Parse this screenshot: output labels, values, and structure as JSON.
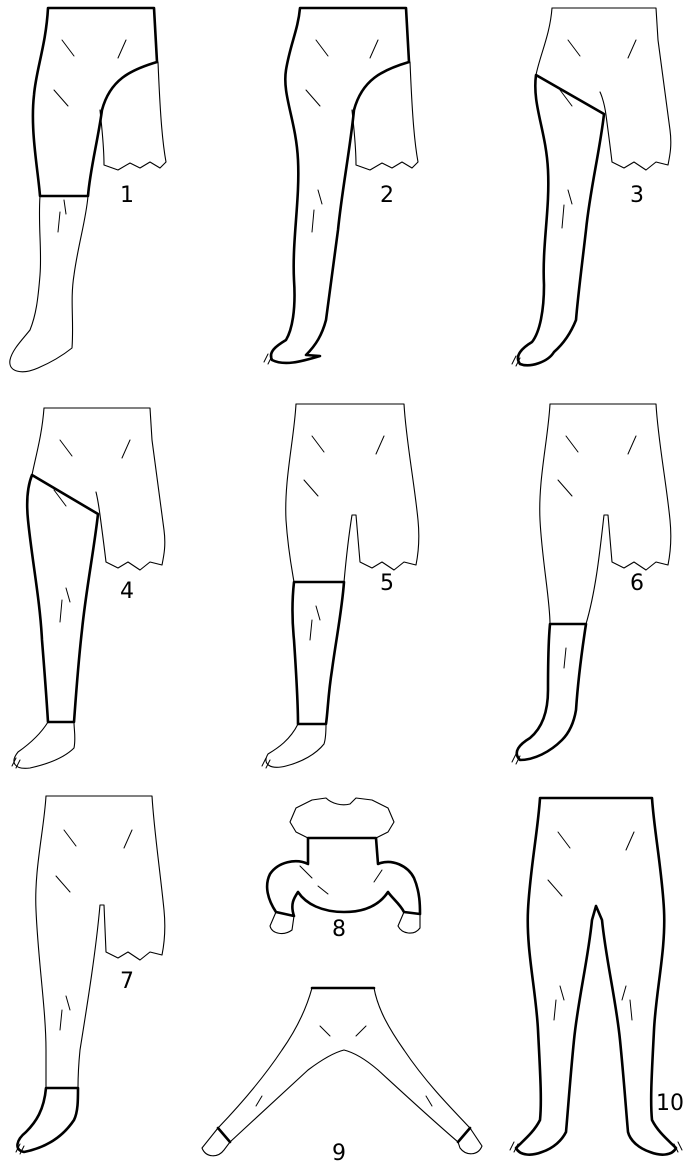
{
  "figure": {
    "panels": [
      {
        "id": "1",
        "label": "1"
      },
      {
        "id": "2",
        "label": "2"
      },
      {
        "id": "3",
        "label": "3"
      },
      {
        "id": "4",
        "label": "4"
      },
      {
        "id": "5",
        "label": "5"
      },
      {
        "id": "6",
        "label": "6"
      },
      {
        "id": "7",
        "label": "7"
      },
      {
        "id": "8",
        "label": "8"
      },
      {
        "id": "9",
        "label": "9"
      },
      {
        "id": "10",
        "label": "10"
      }
    ]
  }
}
